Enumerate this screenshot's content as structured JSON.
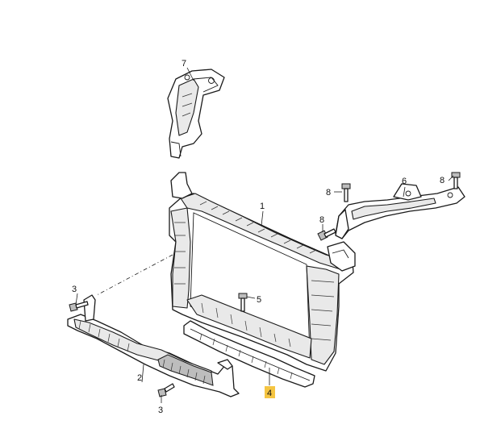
{
  "callouts": {
    "c1": "1",
    "c2": "2",
    "c3a": "3",
    "c3b": "3",
    "c4": "4",
    "c5": "5",
    "c6": "6",
    "c7": "7",
    "c8a": "8",
    "c8b": "8",
    "c8c": "8"
  },
  "colors": {
    "highlight": "#f5c542",
    "line": "#1a1a1a",
    "background": "#ffffff"
  }
}
